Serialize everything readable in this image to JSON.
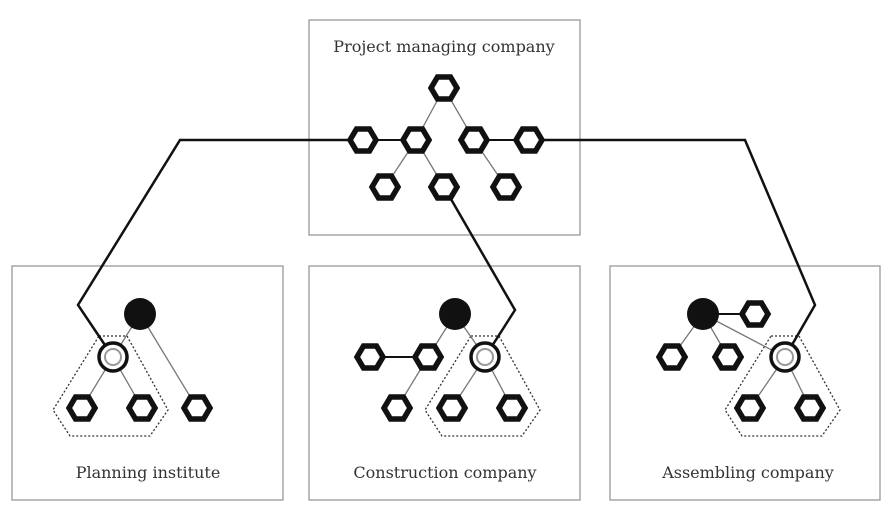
{
  "diagram": {
    "top_box": {
      "label": "Project managing company"
    },
    "bottom_boxes": [
      {
        "label": "Planning institute"
      },
      {
        "label": "Construction company"
      },
      {
        "label": "Assembling company"
      }
    ]
  },
  "colors": {
    "box_border": "#999999",
    "node": "#111111",
    "link": "#888888"
  }
}
